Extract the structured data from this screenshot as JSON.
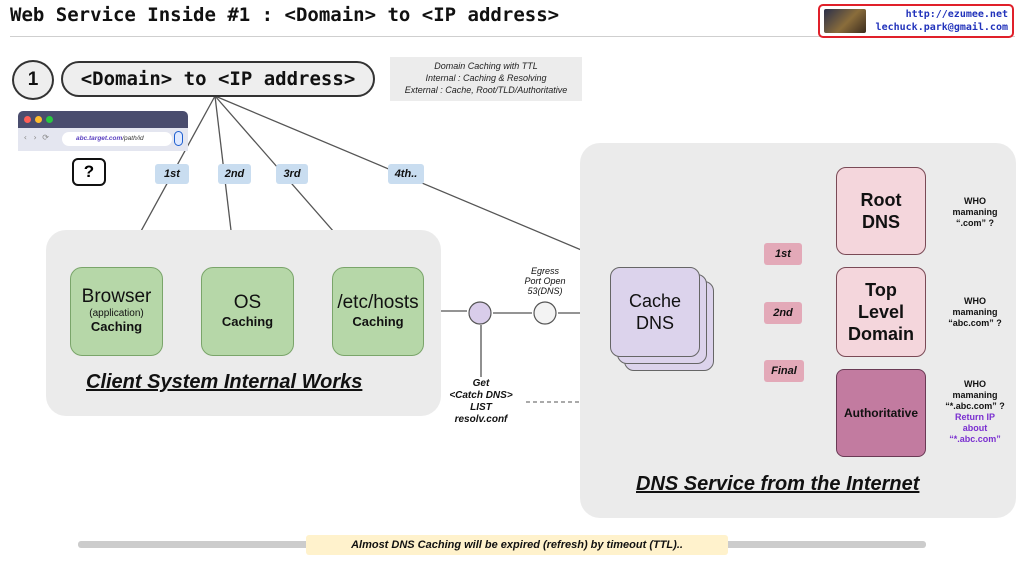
{
  "header": {
    "title": "Web Service Inside #1 : <Domain> to <IP address>",
    "contact_url": "http://ezumee.net",
    "contact_email": "lechuck.park@gmail.com"
  },
  "step": {
    "number": "1",
    "title": "<Domain> to <IP address>"
  },
  "note": {
    "line1": "Domain Caching with TTL",
    "line2": "Internal : Caching & Resolving",
    "line3": "External : Cache, Root/TLD/Authoritative"
  },
  "browser": {
    "nav": "‹ › ⟳",
    "url_host": "abc.target.com",
    "url_path": "/path/id"
  },
  "help_mark": "?",
  "query_order": [
    "1st",
    "2nd",
    "3rd",
    "4th.."
  ],
  "client": {
    "label": "Client System Internal Works",
    "browser": {
      "title": "Browser",
      "sub": "(application)",
      "caching": "Caching"
    },
    "os": {
      "title": "OS",
      "caching": "Caching"
    },
    "hosts": {
      "title": "/etc/hosts",
      "caching": "Caching"
    }
  },
  "egress": {
    "line1": "Egress",
    "line2": "Port Open",
    "line3": "53(DNS)"
  },
  "get_dns": {
    "line1": "Get",
    "line2": "<Catch DNS>",
    "line3": "LIST",
    "line4": "resolv.conf"
  },
  "internet": {
    "label": "DNS Service from the Internet",
    "cache": {
      "line1": "Cache",
      "line2": "DNS"
    },
    "root": {
      "line1": "Root",
      "line2": "DNS"
    },
    "tld": {
      "line1": "Top",
      "line2": "Level",
      "line3": "Domain"
    },
    "auth": "Authoritative",
    "order": [
      "1st",
      "2nd",
      "Final"
    ],
    "who_root": {
      "l1": "WHO",
      "l2": "mamaning",
      "l3": "“.com” ?"
    },
    "who_tld": {
      "l1": "WHO",
      "l2": "mamaning",
      "l3": "“abc.com” ?"
    },
    "who_auth": {
      "l1": "WHO",
      "l2": "mamaning",
      "l3": "“*.abc.com” ?",
      "l4": "Return IP",
      "l5": "about",
      "l6": "“*.abc.com”"
    }
  },
  "footer": "Almost DNS Caching will be expired (refresh) by timeout (TTL).."
}
